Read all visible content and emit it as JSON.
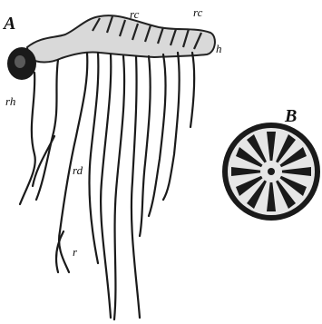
{
  "figure": {
    "labels": {
      "panel_a": "A",
      "panel_b": "B",
      "rc_left": "rc",
      "rc_right": "rc",
      "h": "h",
      "rh": "rh",
      "rd": "rd",
      "r": "r"
    }
  }
}
